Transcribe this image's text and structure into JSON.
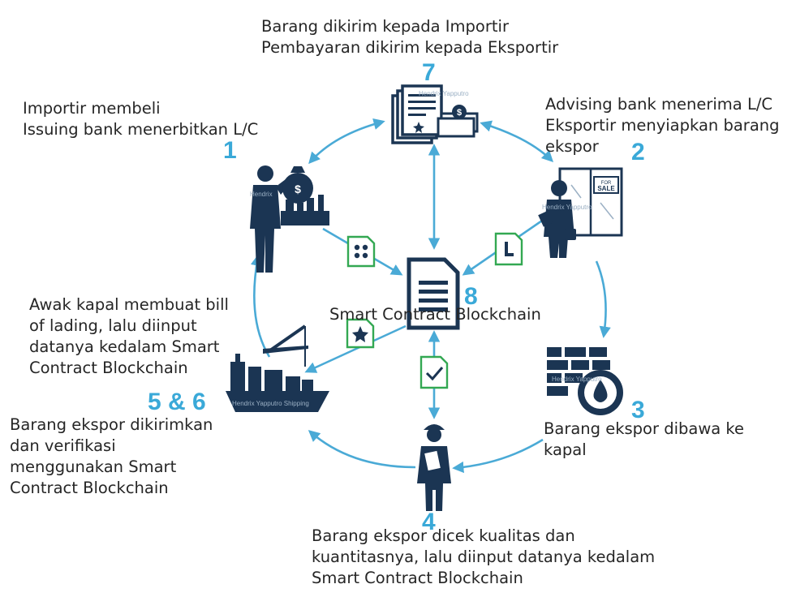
{
  "steps": [
    {
      "number": "1",
      "lines": [
        "Importir membeli",
        "Issuing bank menerbitkan L/C"
      ]
    },
    {
      "number": "2",
      "lines": [
        "Advising bank menerima L/C",
        "Eksportir menyiapkan barang",
        "ekspor"
      ]
    },
    {
      "number": "3",
      "lines": [
        "Barang ekspor dibawa ke",
        "kapal"
      ]
    },
    {
      "number": "4",
      "lines": [
        "Barang ekspor dicek kualitas dan",
        "kuantitasnya, lalu diinput datanya kedalam",
        "Smart Contract Blockchain"
      ]
    },
    {
      "number": "5 & 6",
      "lines_a": [
        "Awak kapal membuat bill",
        "of lading, lalu diinput",
        "datanya kedalam Smart",
        "Contract Blockchain"
      ],
      "lines_b": [
        "Barang ekspor dikirimkan",
        "dan verifikasi",
        "menggunakan Smart",
        "Contract Blockchain"
      ]
    },
    {
      "number": "7",
      "lines": [
        "Barang dikirim kepada Importir",
        "Pembayaran dikirim kepada Eksportir"
      ]
    },
    {
      "number": "8",
      "lines": [
        "Smart Contract Blockchain"
      ]
    }
  ],
  "watermarks": {
    "importer": "Hendrix",
    "document": "Hendrix Yapputro",
    "exporter": "Hendrix Yapputro",
    "warehouse": "Hendrix Yapputro",
    "ship": "Hendrix Yapputro Shipping"
  },
  "sign_text": [
    "FOR",
    "SALE"
  ],
  "colors": {
    "navy": "#1b3553",
    "arrow": "#4aaad6",
    "badge": "#33a852",
    "number": "#3aa9d8",
    "text": "#262626"
  }
}
